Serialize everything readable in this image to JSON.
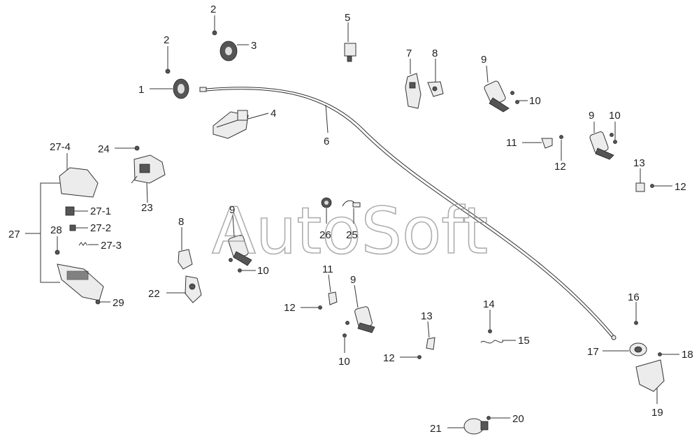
{
  "watermark": "AutoSoft",
  "labels": {
    "l1": "1",
    "l2a": "2",
    "l2b": "2",
    "l3": "3",
    "l4": "4",
    "l5": "5",
    "l6": "6",
    "l7": "7",
    "l8a": "8",
    "l8b": "8",
    "l9a": "9",
    "l9b": "9",
    "l9c": "9",
    "l9d": "9",
    "l10a": "10",
    "l10b": "10",
    "l10c": "10",
    "l10d": "10",
    "l11a": "11",
    "l11b": "11",
    "l12a": "12",
    "l12b": "12",
    "l12c": "12",
    "l12d": "12",
    "l13a": "13",
    "l13b": "13",
    "l14": "14",
    "l15": "15",
    "l16": "16",
    "l17": "17",
    "l18": "18",
    "l19": "19",
    "l20": "20",
    "l21": "21",
    "l22": "22",
    "l23": "23",
    "l24": "24",
    "l25": "25",
    "l26": "26",
    "l27": "27",
    "l27_1": "27-1",
    "l27_2": "27-2",
    "l27_3": "27-3",
    "l27_4": "27-4",
    "l28": "28",
    "l29": "29"
  }
}
